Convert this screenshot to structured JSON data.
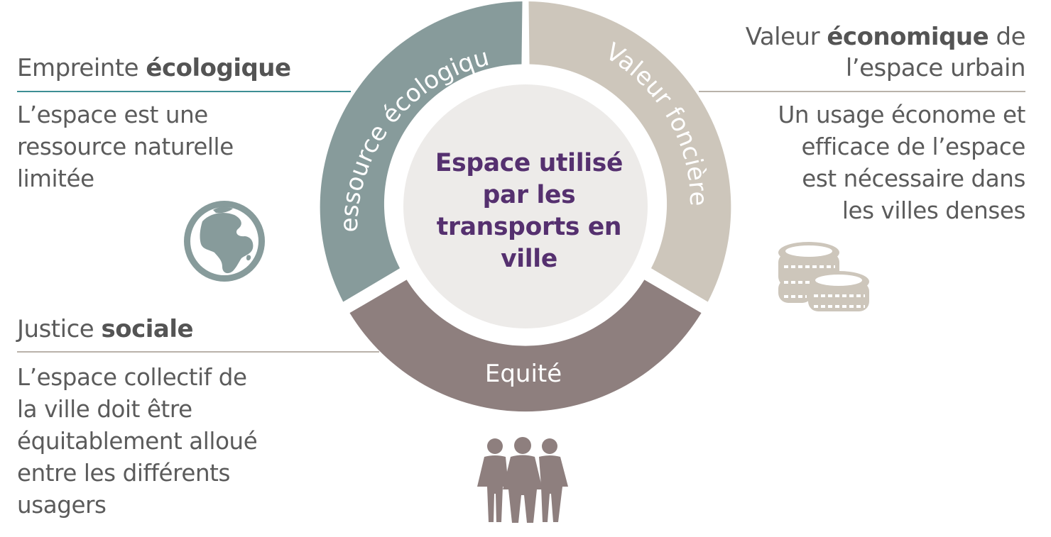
{
  "center": {
    "lines": [
      "Espace utilisé",
      "par les",
      "transports en",
      "ville"
    ]
  },
  "ring": {
    "top_left": "Ressource écologique",
    "top_right": "Valeur foncière",
    "bottom": "Equité"
  },
  "left_top": {
    "heading_normal": "Empreinte ",
    "heading_bold": "écologique",
    "lines": [
      "L’espace est une",
      "ressource naturelle",
      "limitée"
    ]
  },
  "left_bottom": {
    "heading_normal": "Justice ",
    "heading_bold": "sociale",
    "lines": [
      "L’espace collectif de",
      "la ville doit être",
      "équitablement alloué",
      "entre les différents",
      "usagers"
    ]
  },
  "right_top": {
    "heading_line1_normal_a": "Valeur ",
    "heading_line1_bold": "économique",
    "heading_line1_normal_b": " de",
    "heading_line2": "l’espace urbain",
    "lines": [
      "Un usage économe et",
      "efficace de l’espace",
      "est nécessaire dans",
      "les villes denses"
    ]
  },
  "icons": [
    "globe-icon",
    "coins-icon",
    "people-icon"
  ],
  "colors": {
    "ecologique": "#879b9b",
    "fonciere": "#cdc6bb",
    "equite": "#8e7f7e",
    "center_fill": "#edebe9",
    "center_text": "#55306f",
    "rule_left_top": "#3d8f94",
    "rule_other": "#b9b2aa"
  }
}
